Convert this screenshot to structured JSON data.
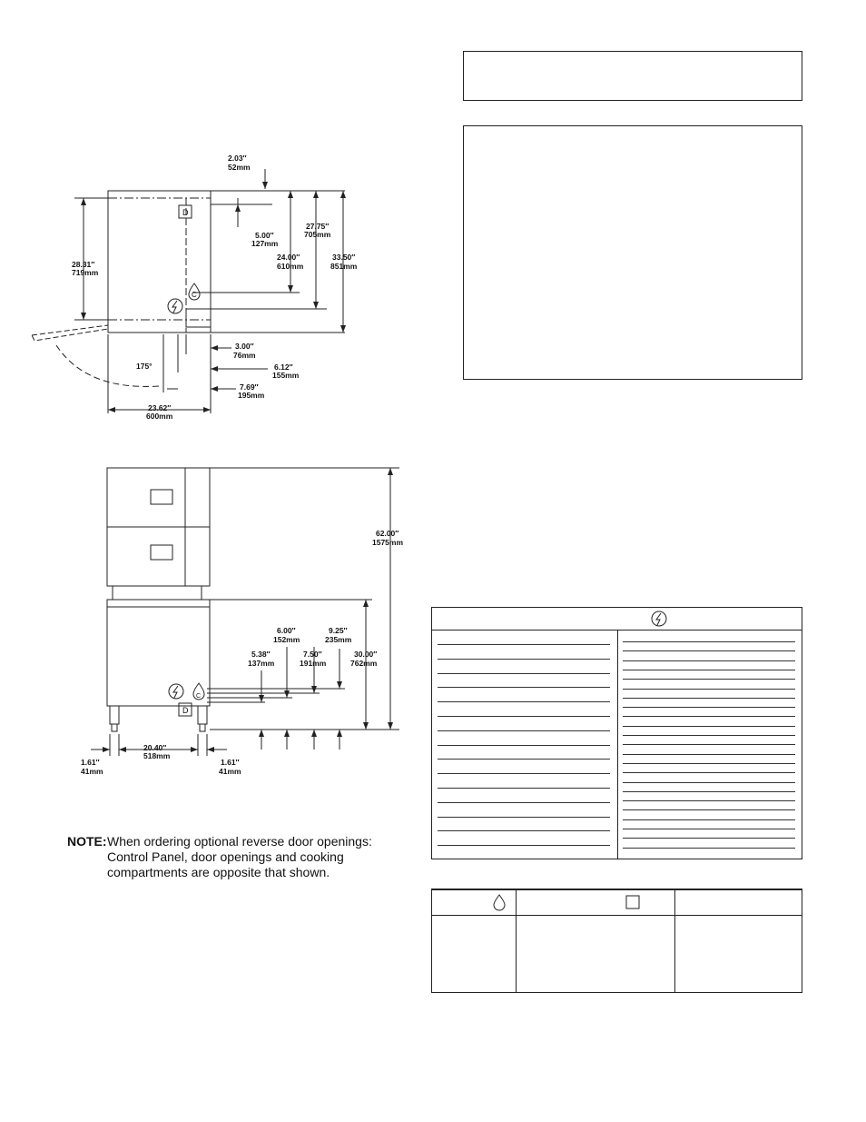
{
  "dimensions_top_view": {
    "d1": {
      "in": "2.03″",
      "mm": "52mm"
    },
    "d2": {
      "in": "5.00″",
      "mm": "127mm"
    },
    "d3": {
      "in": "27.75″",
      "mm": "705mm"
    },
    "d4": {
      "in": "33.50″",
      "mm": "851mm"
    },
    "d5": {
      "in": "24.00″",
      "mm": "610mm"
    },
    "d6": {
      "in": "28.31″",
      "mm": "719mm"
    },
    "d7": {
      "in": "3.00″",
      "mm": "76mm"
    },
    "d8": {
      "in": "6.12″",
      "mm": "155mm"
    },
    "d9": {
      "in": "7.69″",
      "mm": "195mm"
    },
    "d10": {
      "in": "23.62″",
      "mm": "600mm"
    },
    "angle": "175°"
  },
  "dimensions_front_view": {
    "f1": {
      "in": "62.00″",
      "mm": "1575mm"
    },
    "f2": {
      "in": "6.00″",
      "mm": "152mm"
    },
    "f3": {
      "in": "9.25″",
      "mm": "235mm"
    },
    "f4": {
      "in": "5.38″",
      "mm": "137mm"
    },
    "f5": {
      "in": "7.50″",
      "mm": "191mm"
    },
    "f6": {
      "in": "30.00″",
      "mm": "762mm"
    },
    "f7": {
      "in": "1.61″",
      "mm": "41mm"
    },
    "f8": {
      "in": "20.40″",
      "mm": "518mm"
    },
    "f9": {
      "in": "1.61″",
      "mm": "41mm"
    }
  },
  "markers": {
    "drain": "D",
    "cold": "C"
  },
  "note": {
    "label": "NOTE:",
    "text": "When ordering optional reverse door openings: Control Panel, door openings and cooking compartments are opposite that shown."
  },
  "icons": {
    "electric": "lightning-circle-icon",
    "water": "water-drop-icon",
    "drain": "square-icon"
  }
}
